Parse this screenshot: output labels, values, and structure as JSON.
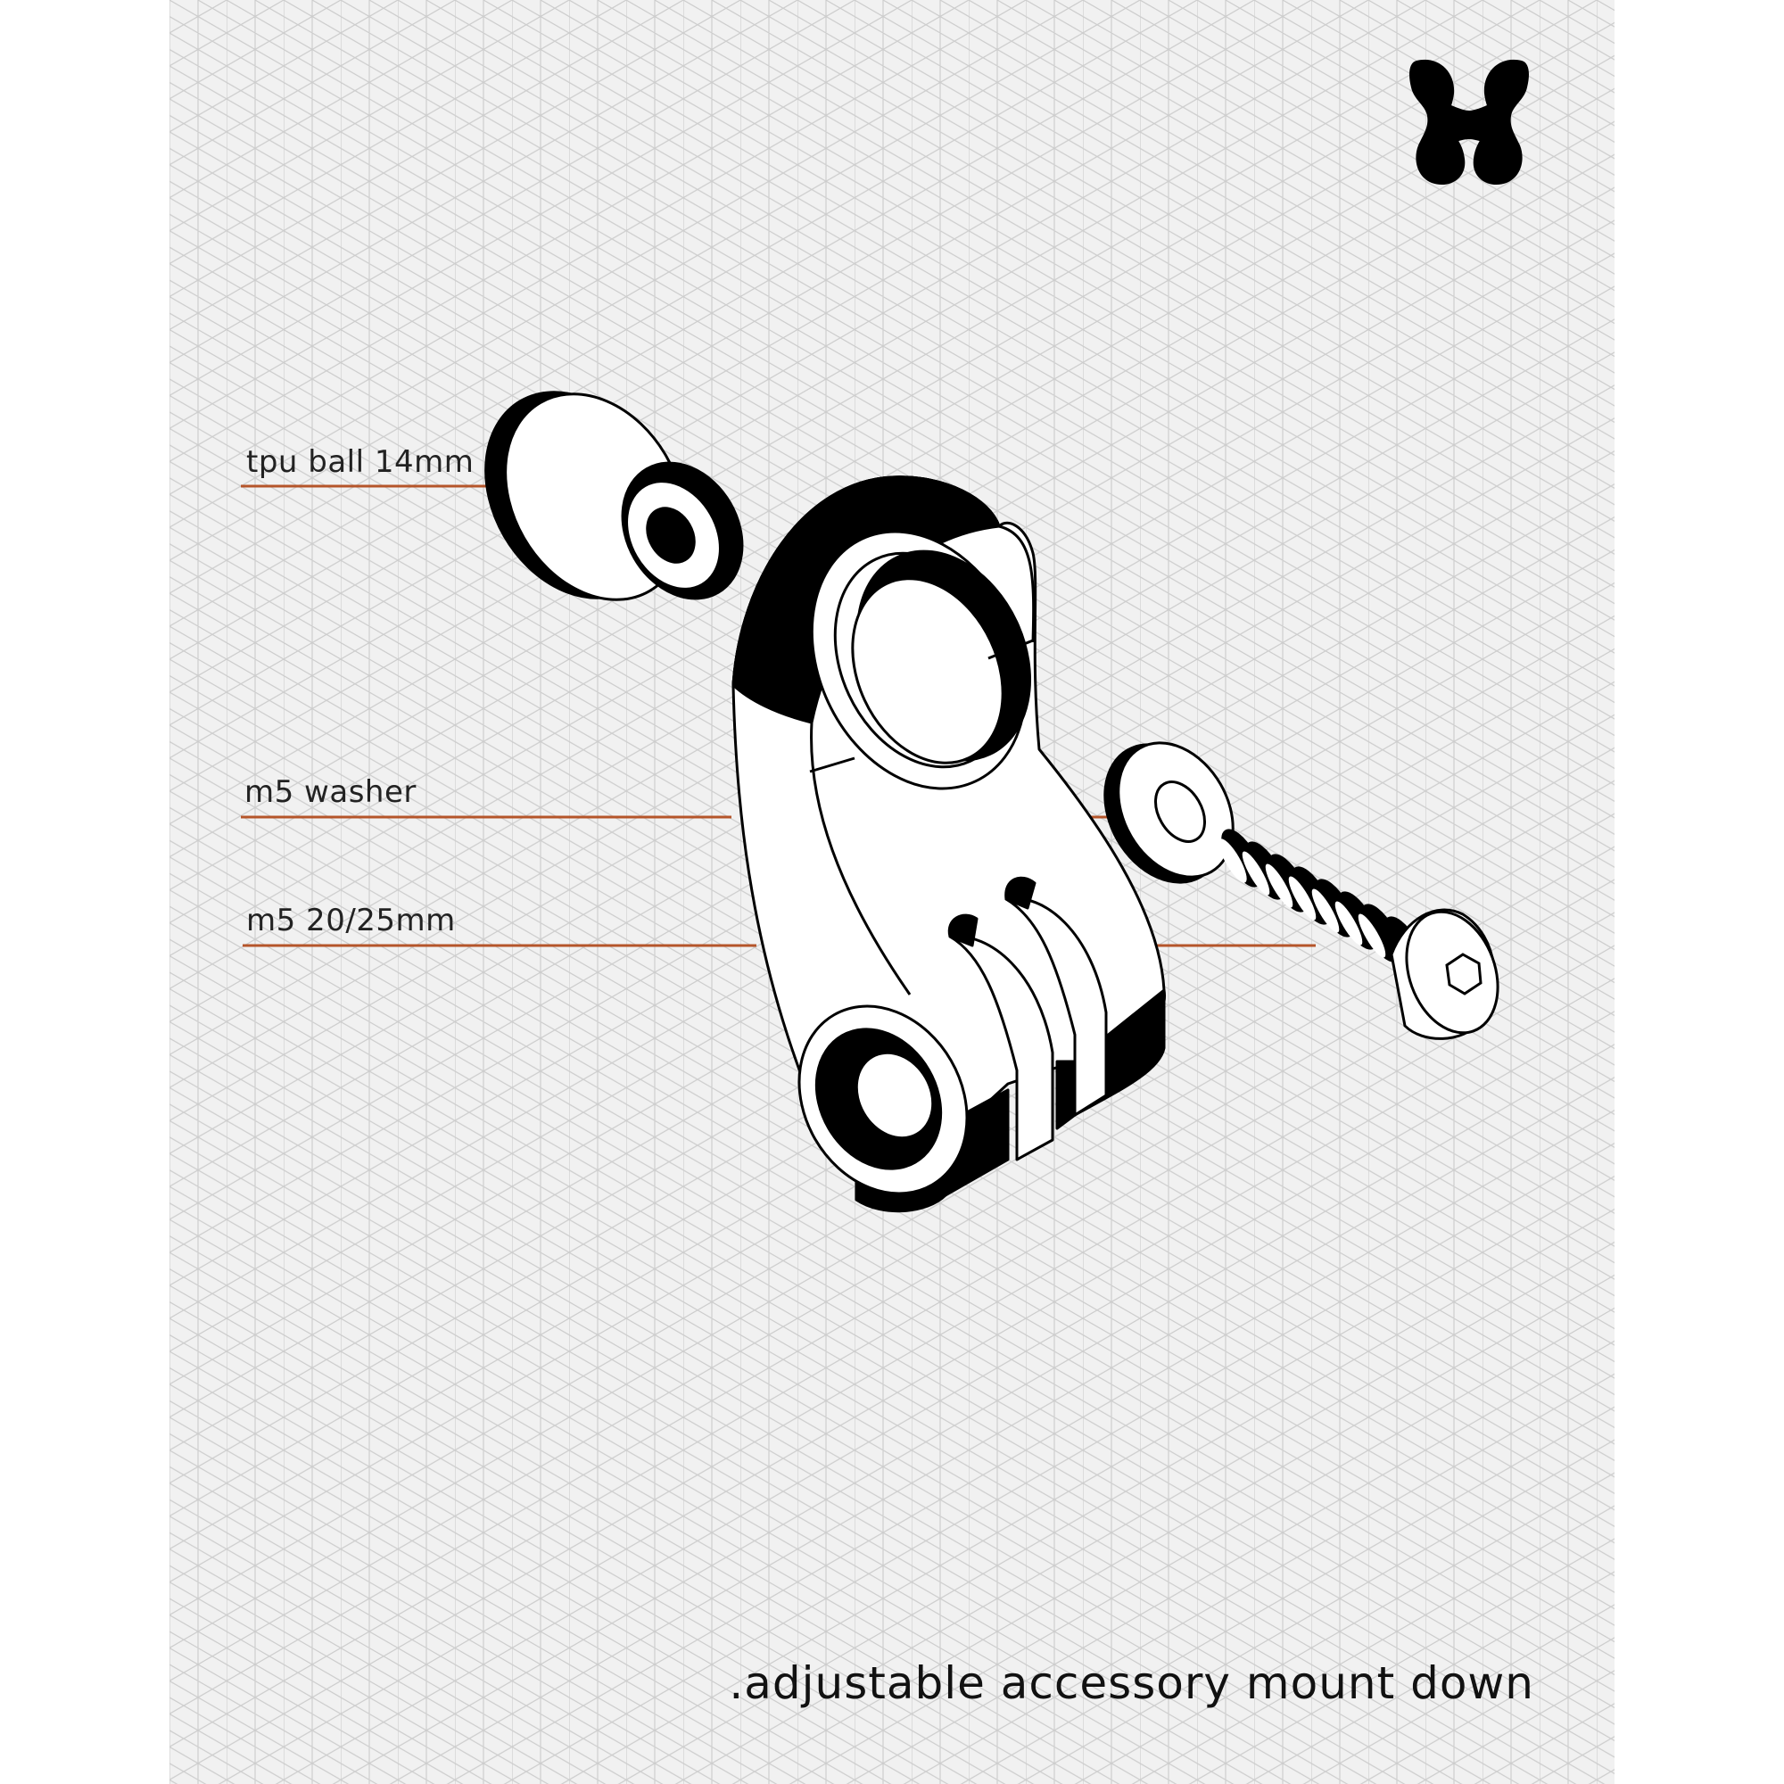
{
  "diagram": {
    "title": ".adjustable accessory mount down",
    "logo": "brand-logo-icon",
    "accent_color": "#b5552a",
    "grid_color": "#c8c8c8",
    "callouts": [
      {
        "id": "tpu-ball",
        "label": "tpu ball 14mm"
      },
      {
        "id": "m5-washer",
        "label": "m5 washer"
      },
      {
        "id": "m5-bolt",
        "label": "m5 20/25mm"
      }
    ]
  }
}
